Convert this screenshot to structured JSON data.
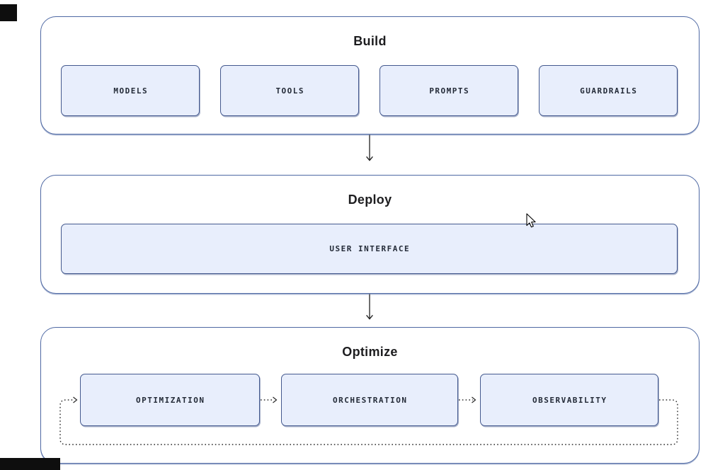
{
  "diagram": {
    "build": {
      "title": "Build",
      "items": [
        {
          "label": "MODELS"
        },
        {
          "label": "TOOLS"
        },
        {
          "label": "PROMPTS"
        },
        {
          "label": "GUARDRAILS"
        }
      ]
    },
    "deploy": {
      "title": "Deploy",
      "items": [
        {
          "label": "USER INTERFACE"
        }
      ]
    },
    "optimize": {
      "title": "Optimize",
      "items": [
        {
          "label": "OPTIMIZATION"
        },
        {
          "label": "ORCHESTRATION"
        },
        {
          "label": "OBSERVABILITY"
        }
      ]
    },
    "colors": {
      "container_border": "#4e68a3",
      "node_border": "#44598e",
      "node_fill": "#e8eefc",
      "title": "#1d1d1f",
      "label": "#232a37",
      "connector": "#2a2a2a"
    }
  }
}
